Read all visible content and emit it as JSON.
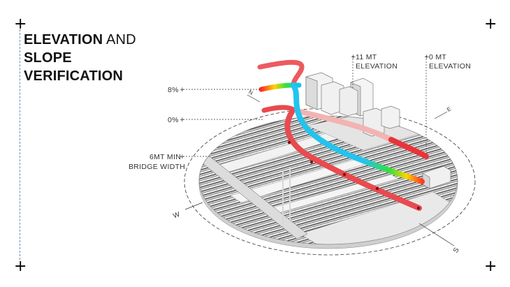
{
  "title": {
    "bold1": "ELEVATION",
    "mid": "AND",
    "bold2": "SLOPE",
    "bold3": "VERIFICATION"
  },
  "markers": {
    "slope_8": "8%",
    "slope_0": "0%",
    "bridge_line1": "6MT MIN",
    "bridge_line2": "BRIDGE WIDTH",
    "elev11_line1": "11 MT",
    "elev11_line2": "ELEVATION",
    "elev0_line1": "0 MT",
    "elev0_line2": "ELEVATION"
  },
  "compass": {
    "north": "N",
    "east": "E",
    "south": "S",
    "west": "W"
  },
  "colors": {
    "route_red": "#e84a4f",
    "route_pink": "#f3b3b3",
    "route_cyan": "#22c4ee",
    "gradient": [
      "#ff2a2a",
      "#ffd400",
      "#35e03a",
      "#10c5f0"
    ],
    "accent_line": "#6b86c9"
  }
}
